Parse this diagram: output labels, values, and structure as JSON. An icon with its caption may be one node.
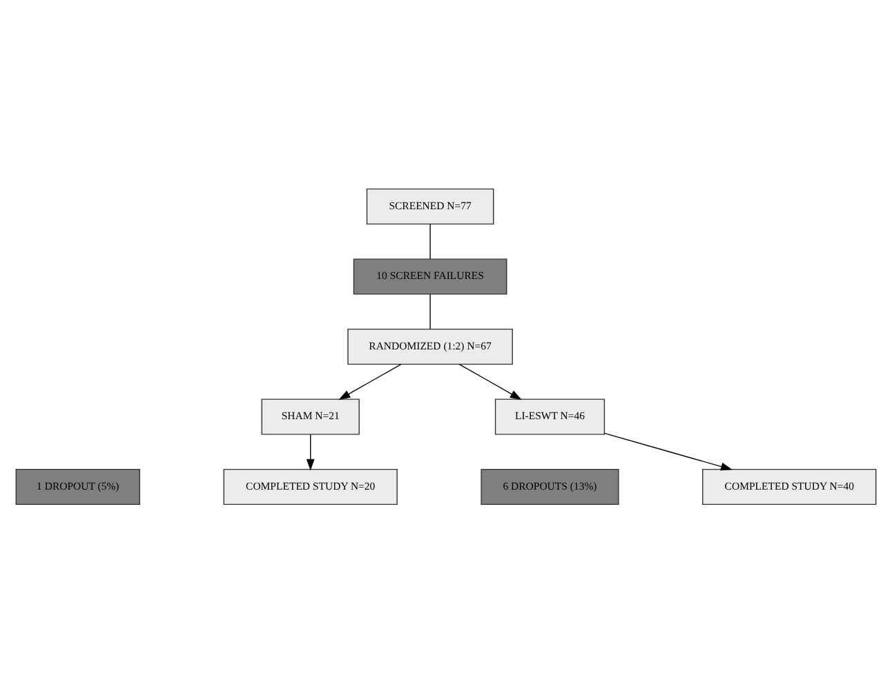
{
  "diagram": {
    "nodes": [
      {
        "text": [
          "SCREENED N=77"
        ]
      },
      {
        "text": [
          "10 SCREEN FAILURES"
        ]
      },
      {
        "text": [
          "RANDOMIZED (1:2) N=67"
        ]
      },
      {
        "text": [
          "SHAM N=21"
        ]
      },
      {
        "text": [
          "LI-ESWT N=46"
        ]
      },
      {
        "text": [
          "1 DROPOUT (5%)"
        ]
      },
      {
        "text": [
          "6 DROPOUTS (13%)"
        ]
      },
      {
        "text": [
          "COMPLETED STUDY N=20"
        ]
      },
      {
        "text": [
          "COMPLETED STUDY N=40"
        ]
      }
    ],
    "edges": [
      {
        "from": 0,
        "to": 1,
        "arrow": "none"
      },
      {
        "from": 1,
        "to": 2,
        "arrow": "none"
      },
      {
        "from": 2,
        "to": 3,
        "arrow": "to"
      },
      {
        "from": 2,
        "to": 4,
        "arrow": "to"
      },
      {
        "from": 3,
        "to": 7,
        "arrow": "to"
      },
      {
        "from": 4,
        "to": 8,
        "arrow": "to"
      }
    ]
  }
}
